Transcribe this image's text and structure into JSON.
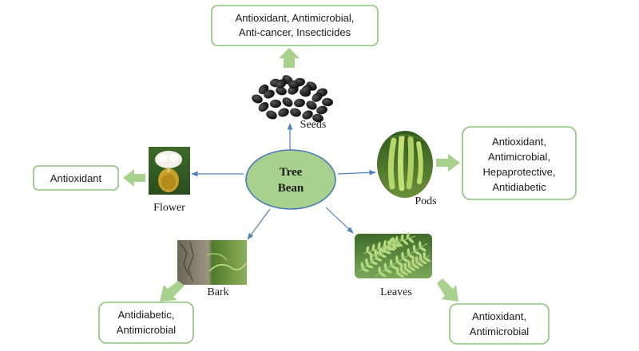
{
  "center": {
    "line1": "Tree",
    "line2": "Bean"
  },
  "parts": {
    "seeds": {
      "label": "Seeds",
      "icon": "seeds-icon",
      "properties": [
        "Antioxidant, Antimicrobial,",
        "Anti-cancer, Insecticides"
      ]
    },
    "pods": {
      "label": "Pods",
      "icon": "pods-icon",
      "properties": [
        "Antioxidant,",
        "Antimicrobial,",
        "Hepaprotective,",
        "Antidiabetic"
      ]
    },
    "flower": {
      "label": "Flower",
      "icon": "flower-icon",
      "properties": [
        "Antioxidant"
      ]
    },
    "bark": {
      "label": "Bark",
      "icon": "bark-icon",
      "properties": [
        "Antidiabetic,",
        "Antimicrobial"
      ]
    },
    "leaves": {
      "label": "Leaves",
      "icon": "leaves-icon",
      "properties": [
        "Antioxidant,",
        "Antimicrobial"
      ]
    }
  },
  "colors": {
    "center_fill": "#a9d18e",
    "center_border": "#4a7ab8",
    "box_border": "#8cc27a",
    "fat_arrow": "#a9d18e",
    "connector": "#4f81bd"
  }
}
